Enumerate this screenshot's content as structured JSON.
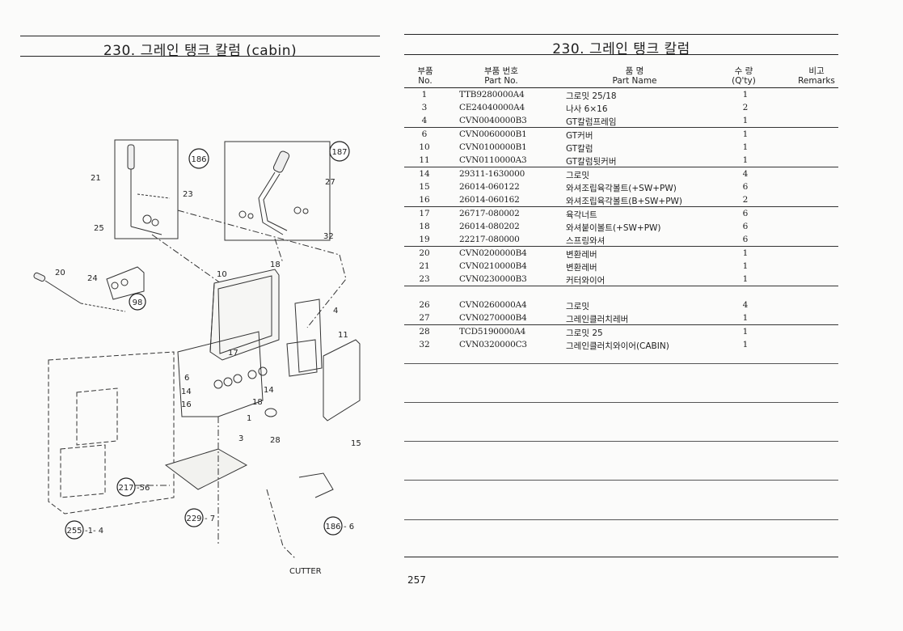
{
  "left": {
    "title": "230. 그레인 탱크 칼럼 (cabin)",
    "cutter_label": "CUTTER",
    "callouts": [
      "21",
      "23",
      "25",
      "20",
      "24",
      "27",
      "32",
      "18",
      "10",
      "4",
      "11",
      "17",
      "6",
      "14",
      "16",
      "18",
      "14",
      "1",
      "3",
      "28",
      "15"
    ],
    "circled_refs": [
      {
        "num": "186"
      },
      {
        "num": "187"
      },
      {
        "num": "98"
      },
      {
        "num": "217",
        "suffix": "-56"
      },
      {
        "num": "229",
        "suffix": "- 7"
      },
      {
        "num": "255",
        "suffix": "-1- 4"
      },
      {
        "num": "186",
        "suffix": "- 6"
      }
    ]
  },
  "right": {
    "title": "230. 그레인 탱크 칼럼",
    "headers": {
      "no_kr": "부품",
      "no_en": "No.",
      "part_kr": "부품  번호",
      "part_en": "Part  No.",
      "name_kr": "품      명",
      "name_en": "Part     Name",
      "qty_kr": "수  량",
      "qty_en": "(Q'ty)",
      "rem_kr": "비고",
      "rem_en": "Remarks"
    },
    "rows": [
      {
        "no": "1",
        "part": "TTB9280000A4",
        "name": "그로밋 25/18",
        "qty": "1"
      },
      {
        "no": "3",
        "part": "CE24040000A4",
        "name": "나사 6×16",
        "qty": "2"
      },
      {
        "no": "4",
        "part": "CVN0040000B3",
        "name": "GT칼럼프레임",
        "qty": "1"
      },
      {
        "no": "6",
        "part": "CVN0060000B1",
        "name": "GT커버",
        "qty": "1"
      },
      {
        "no": "10",
        "part": "CVN0100000B1",
        "name": "GT칼럼",
        "qty": "1"
      },
      {
        "no": "11",
        "part": "CVN0110000A3",
        "name": "GT칼럼뒷커버",
        "qty": "1"
      },
      {
        "no": "14",
        "part": "29311-1630000",
        "name": "그로밋",
        "qty": "4"
      },
      {
        "no": "15",
        "part": "26014-060122",
        "name": "와셔조립육각볼트(+SW+PW)",
        "qty": "6"
      },
      {
        "no": "16",
        "part": "26014-060162",
        "name": "와셔조립육각볼트(B+SW+PW)",
        "qty": "2"
      },
      {
        "no": "17",
        "part": "26717-080002",
        "name": "육각너트",
        "qty": "6"
      },
      {
        "no": "18",
        "part": "26014-080202",
        "name": "와셔붙이볼트(+SW+PW)",
        "qty": "6"
      },
      {
        "no": "19",
        "part": "22217-080000",
        "name": "스프링와셔",
        "qty": "6"
      },
      {
        "no": "20",
        "part": "CVN0200000B4",
        "name": "변환레버",
        "qty": "1"
      },
      {
        "no": "21",
        "part": "CVN0210000B4",
        "name": "변환레버",
        "qty": "1"
      },
      {
        "no": "23",
        "part": "CVN0230000B3",
        "name": "커터와이어",
        "qty": "1"
      },
      {
        "no": "26",
        "part": "CVN0260000A4",
        "name": "그로밋",
        "qty": "4"
      },
      {
        "no": "27",
        "part": "CVN0270000B4",
        "name": "그레인클러치레버",
        "qty": "1"
      },
      {
        "no": "28",
        "part": "TCD5190000A4",
        "name": "그로밋 25",
        "qty": "1"
      },
      {
        "no": "32",
        "part": "CVN0320000C3",
        "name": "그레인클러치와이어(CABIN)",
        "qty": "1"
      }
    ],
    "page_number": "257"
  }
}
